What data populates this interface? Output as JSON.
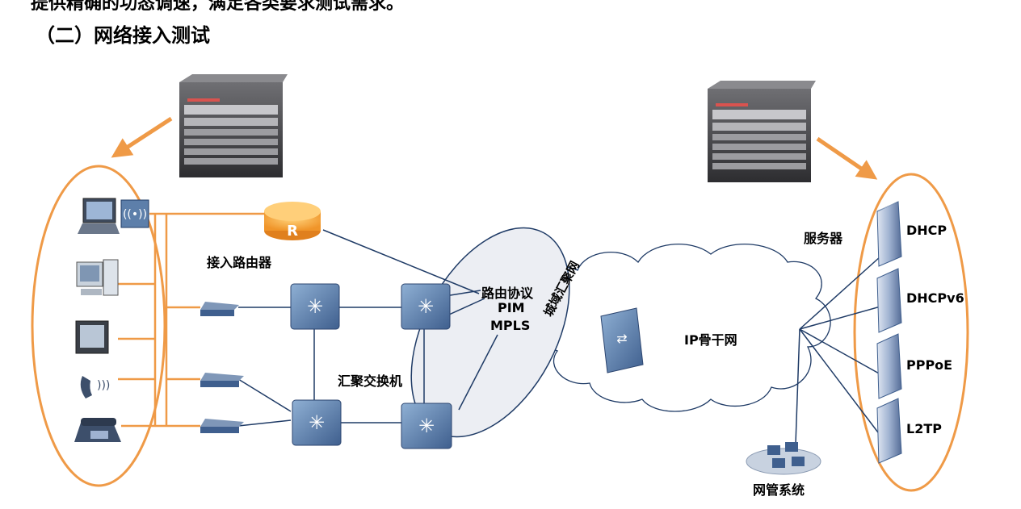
{
  "header": {
    "cut_text": "提供精确的功态调速，满足各类要求测试需求。",
    "title": "（二）网络接入测试"
  },
  "labels": {
    "access_router": "接入路由器",
    "agg_switch": "汇聚交换机",
    "routing_protocol": "路由协议",
    "pim": "PIM",
    "mpls": "MPLS",
    "metro_agg_net": "城域汇聚网",
    "ip_backbone": "IP骨干网",
    "servers": "服务器",
    "nms": "网管系统"
  },
  "servers": [
    {
      "label": "DHCP"
    },
    {
      "label": "DHCPv6"
    },
    {
      "label": "PPPoE"
    },
    {
      "label": "L2TP"
    }
  ],
  "colors": {
    "orange": "#ef9a47",
    "line_blue": "#1f3b66",
    "switch_blue": "#5d7faa",
    "cloud_fill": "#ffffff",
    "ellipse_fill": "#eceef3"
  },
  "icons": [
    "chassis-icon",
    "laptop-icon",
    "wireless-ap-icon",
    "desktop-icon",
    "monitor-icon",
    "phone-icon",
    "desk-phone-icon",
    "modem-icon",
    "router-icon",
    "switch-icon",
    "firewall-icon",
    "server-icon",
    "nms-icon",
    "cloud-icon"
  ]
}
